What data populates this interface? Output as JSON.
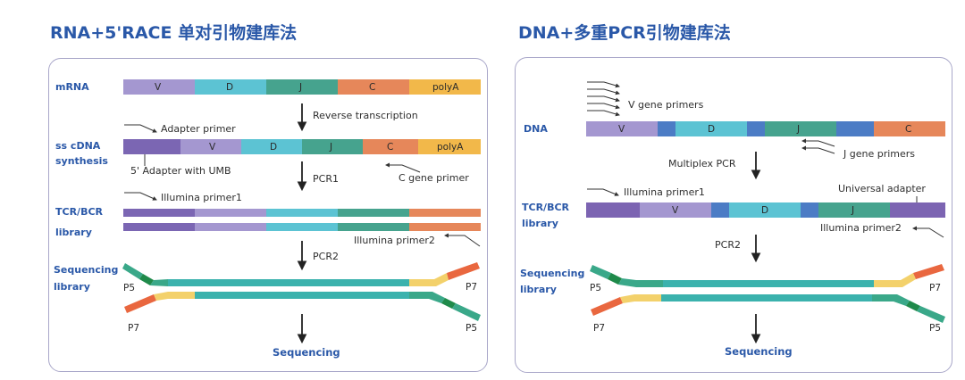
{
  "colors": {
    "V": "#a497d0",
    "D": "#5cc3d3",
    "J": "#46a38e",
    "C": "#e6875a",
    "polyA": "#f2b84a",
    "adapter": "#7b66b3",
    "dna_gap": "#4c7cc5",
    "library_V": "#a497d0",
    "library_adapter": "#7c64b2",
    "seq_green": "#3aa889",
    "seq_teal": "#3bb2ad",
    "seq_yellow": "#f3d16b",
    "seq_orange": "#e9673f",
    "seq_dark_green": "#1f8a4a",
    "title_blue": "#2a58a8",
    "border": "#a9a7c9"
  },
  "left": {
    "title": "RNA+5'RACE 单对引物建库法",
    "labels": {
      "mrna": "mRNA",
      "sscdna_1": "ss cDNA",
      "sscdna_2": "synthesis",
      "tcrbcr_1": "TCR/BCR",
      "tcrbcr_2": "library",
      "seqlib_1": "Sequencing",
      "seqlib_2": "library"
    },
    "mrna_segments": [
      "V",
      "D",
      "J",
      "C",
      "polyA"
    ],
    "cdna_segments": [
      "V",
      "D",
      "J",
      "C",
      "polyA"
    ],
    "annotations": {
      "adapter_primer": "Adapter primer",
      "adapter_umb": "5' Adapter with UMB",
      "c_gene_primer": "C gene primer",
      "illumina_primer1": "Illumina primer1",
      "illumina_primer2": "Illumina primer2"
    },
    "steps": {
      "reverse_transcription": "Reverse transcription",
      "pcr1": "PCR1",
      "pcr2": "PCR2"
    },
    "ends": {
      "top_left": "P5",
      "top_right": "P7",
      "bottom_left": "P7",
      "bottom_right": "P5"
    },
    "final": "Sequencing"
  },
  "right": {
    "title": "DNA+多重PCR引物建库法",
    "labels": {
      "dna": "DNA",
      "tcrbcr_1": "TCR/BCR",
      "tcrbcr_2": "library",
      "seqlib_1": "Sequencing",
      "seqlib_2": "library"
    },
    "dna_segments": [
      "V",
      "D",
      "J",
      "C"
    ],
    "library_segments": [
      "V",
      "D",
      "J"
    ],
    "annotations": {
      "v_gene_primers": "V gene primers",
      "j_gene_primers": "J gene primers",
      "illumina_primer1": "Illumina primer1",
      "universal_adapter": "Universal adapter",
      "illumina_primer2": "Illumina primer2"
    },
    "steps": {
      "multiplex_pcr": "Multiplex PCR",
      "pcr2": "PCR2"
    },
    "ends": {
      "top_left": "P5",
      "top_right": "P7",
      "bottom_left": "P7",
      "bottom_right": "P5"
    },
    "final": "Sequencing"
  }
}
